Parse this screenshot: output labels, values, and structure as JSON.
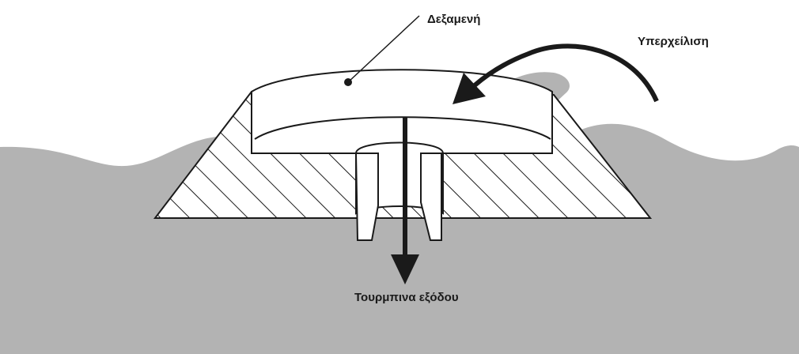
{
  "labels": {
    "reservoir": "Δεξαμενή",
    "overflow": "Υπερχείλιση",
    "outlet": "Τουρμπινα εξόδου"
  },
  "colors": {
    "sea": "#b3b3b3",
    "outline": "#1a1a1a",
    "background": "#ffffff"
  }
}
